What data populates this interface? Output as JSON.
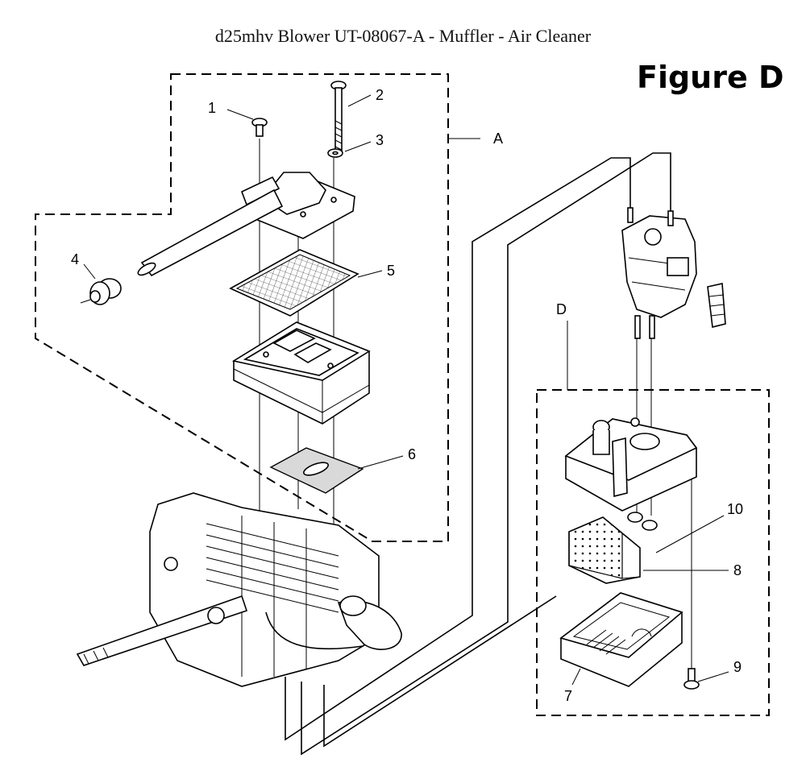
{
  "title": "d25mhv Blower UT-08067-A - Muffler - Air Cleaner",
  "figure_label": "Figure D",
  "group_labels": {
    "muffler_group": "A",
    "air_cleaner_group": "D"
  },
  "callouts": {
    "c1": "1",
    "c2": "2",
    "c3": "3",
    "c4": "4",
    "c5": "5",
    "c6": "6",
    "c7": "7",
    "c8": "8",
    "c9": "9",
    "c10": "10"
  }
}
